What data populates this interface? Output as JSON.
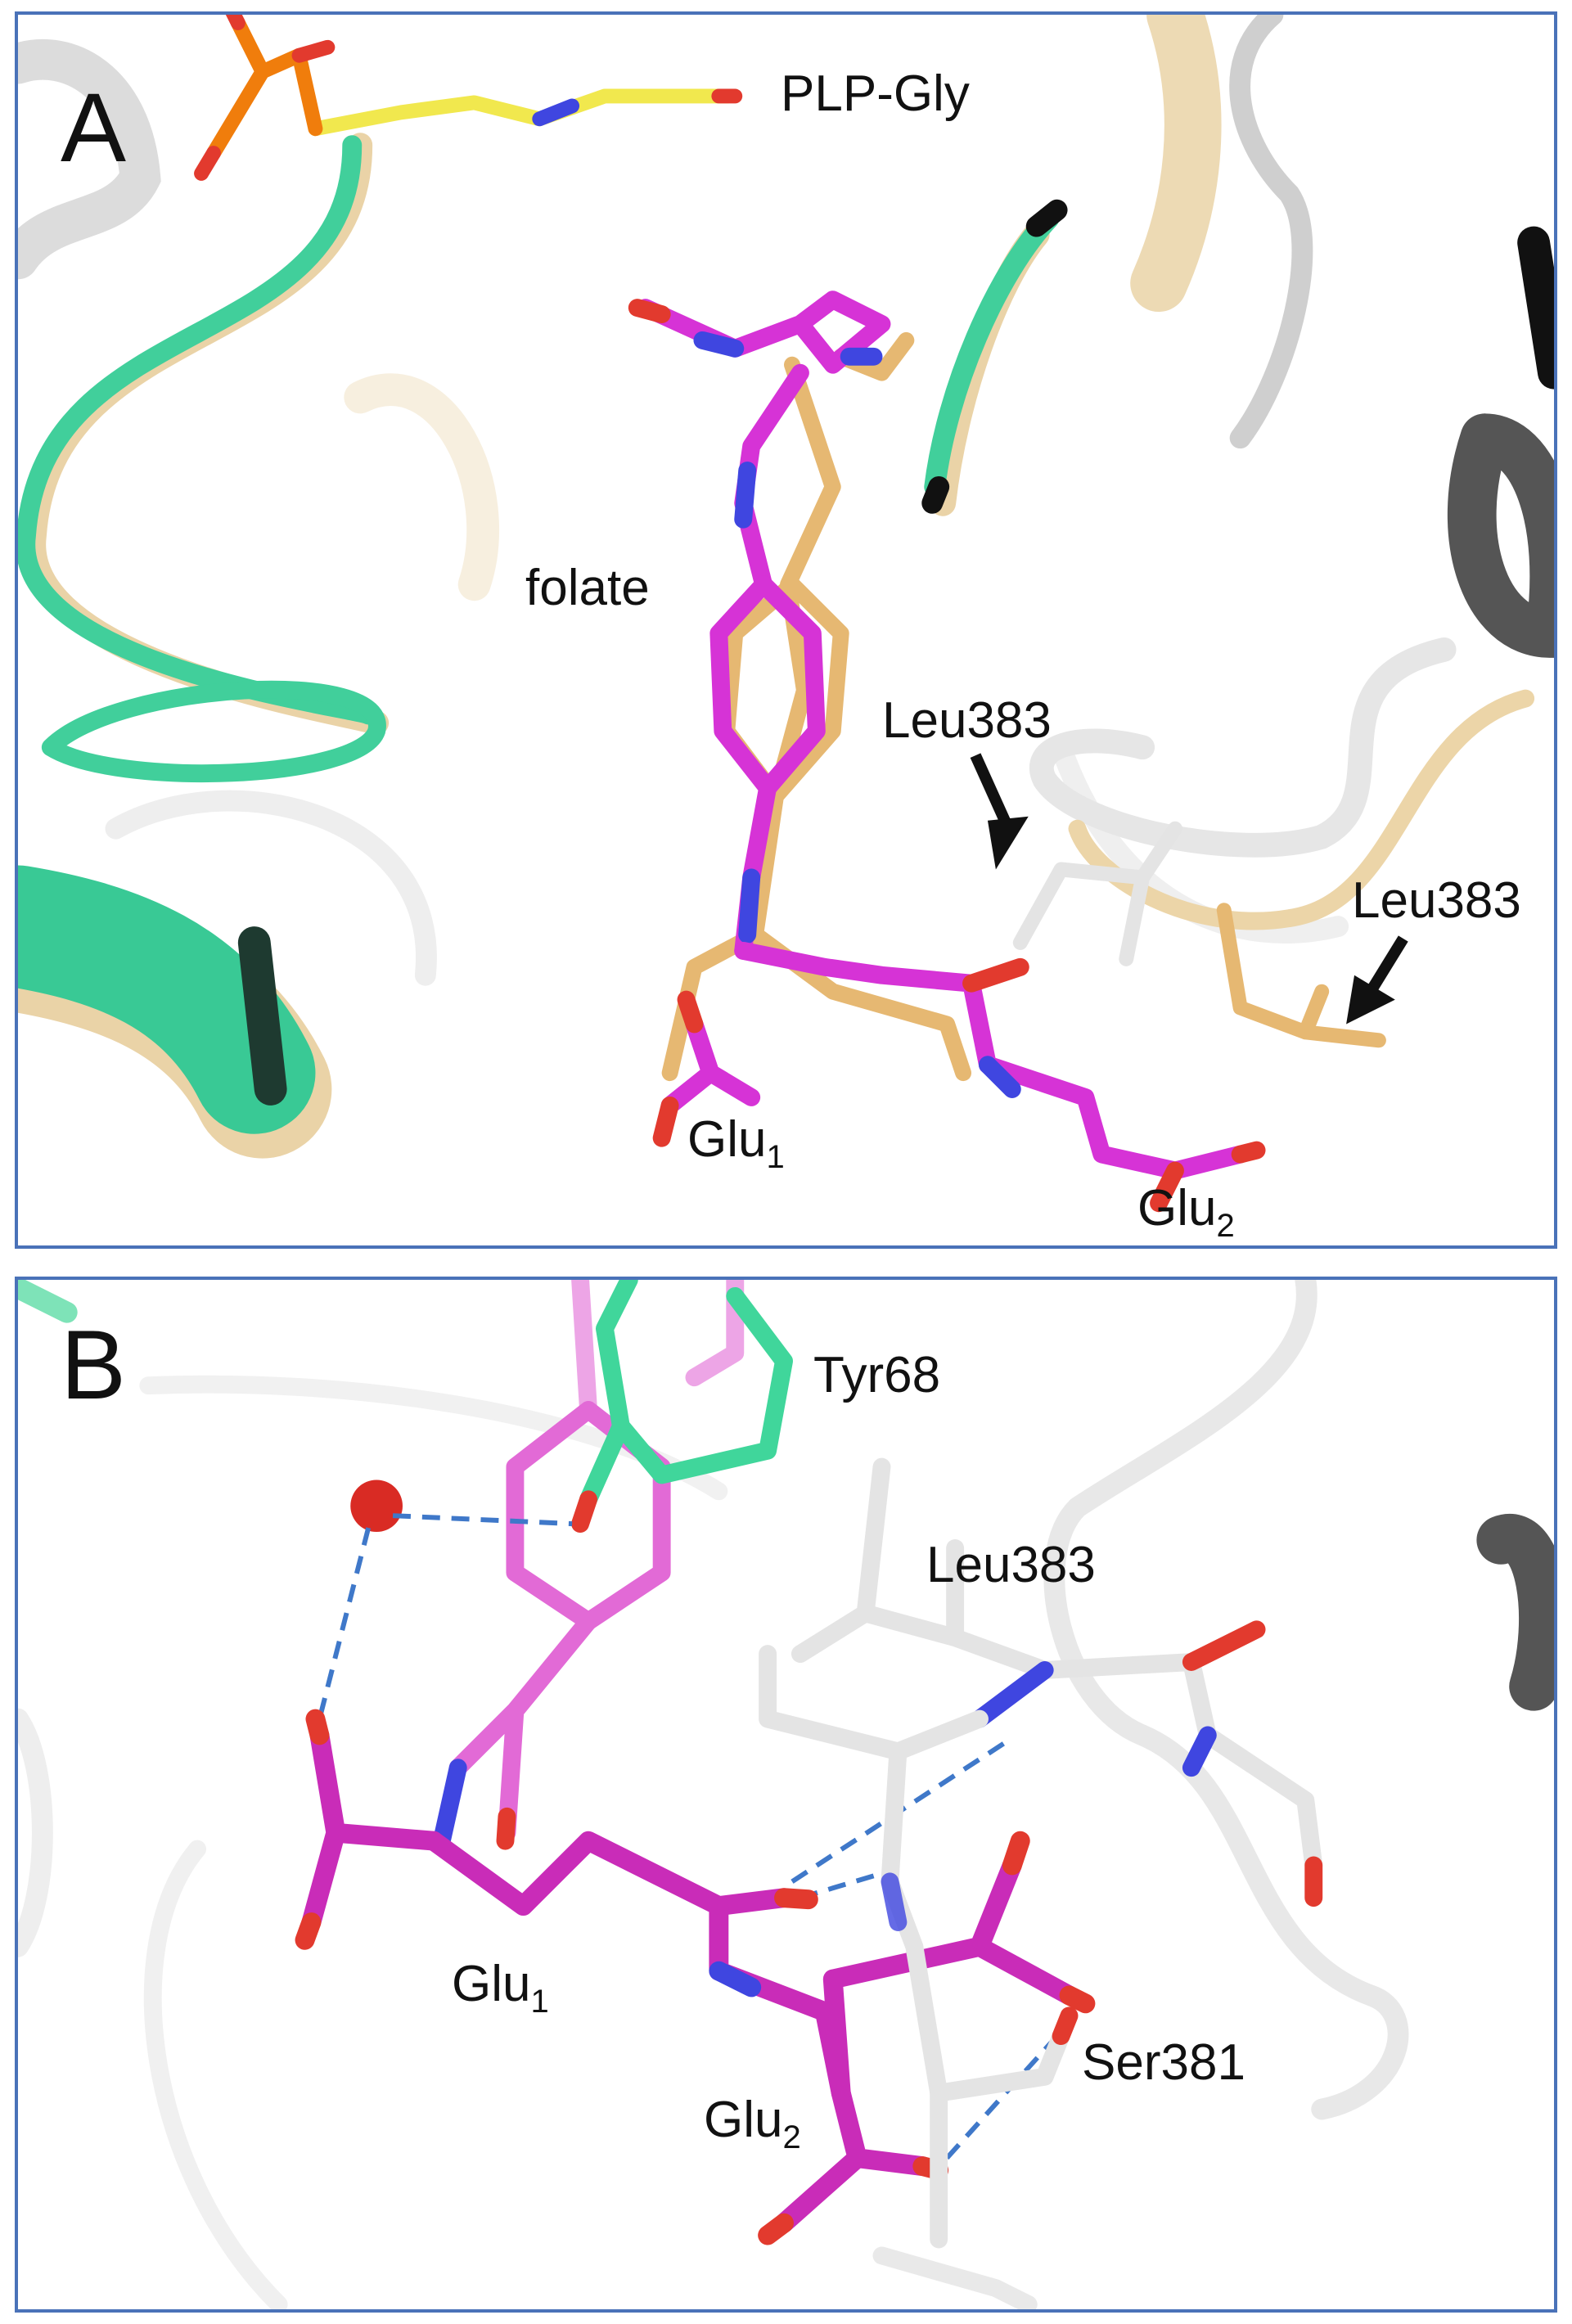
{
  "panels": [
    {
      "id": "A",
      "letter": "A",
      "labels": {
        "plp_gly": "PLP-Gly",
        "folate": "folate",
        "leu383_upper": "Leu383",
        "leu383_lower": "Leu383",
        "glu1_base": "Glu",
        "glu1_sub": "1",
        "glu2_base": "Glu",
        "glu2_sub": "2"
      }
    },
    {
      "id": "B",
      "letter": "B",
      "labels": {
        "tyr68": "Tyr68",
        "leu383": "Leu383",
        "ser381": "Ser381",
        "glu1_base": "Glu",
        "glu1_sub": "1",
        "glu2_base": "Glu",
        "glu2_sub": "2"
      }
    }
  ],
  "colors": {
    "frame": "#4a72b8",
    "ribbon_green": "#3fcf9a",
    "ribbon_tan": "#e9cf9f",
    "ribbon_grey": "#d6d6d6",
    "ribbon_dark": "#555555",
    "ligand_magenta": "#d633d6",
    "ligand_tan": "#e6b872",
    "ligand_pink": "#e26ad6",
    "plp_yellow": "#f1e84e",
    "phosphate_orange": "#f07d0c",
    "residue_white": "#e4e4e4",
    "nitrogen_blue": "#3f46e0",
    "oxygen_red": "#e23a2e",
    "hbond_blue": "#3f78c9",
    "water_red": "#d92b24",
    "arrow_black": "#111111"
  }
}
